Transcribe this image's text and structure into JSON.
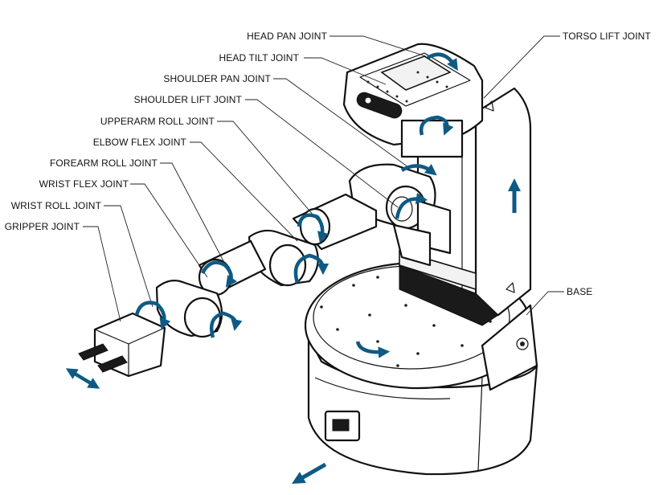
{
  "labels": {
    "head_pan": "HEAD PAN JOINT",
    "head_tilt": "HEAD TILT JOINT",
    "shoulder_pan": "SHOULDER PAN JOINT",
    "shoulder_lift": "SHOULDER LIFT JOINT",
    "upperarm_roll": "UPPERARM ROLL JOINT",
    "elbow_flex": "ELBOW FLEX JOINT",
    "forearm_roll": "FOREARM ROLL JOINT",
    "wrist_flex": "WRIST FLEX JOINT",
    "wrist_roll": "WRIST ROLL JOINT",
    "gripper": "GRIPPER JOINT",
    "torso_lift": "TORSO LIFT JOINT",
    "base": "BASE"
  },
  "colors": {
    "arrow": "#0e5a85",
    "line": "#111111",
    "background": "#ffffff"
  },
  "icons": {
    "rotation_arrow": "curved-arrow-icon",
    "linear_arrow": "straight-arrow-icon",
    "double_arrow": "double-headed-arrow-icon"
  }
}
